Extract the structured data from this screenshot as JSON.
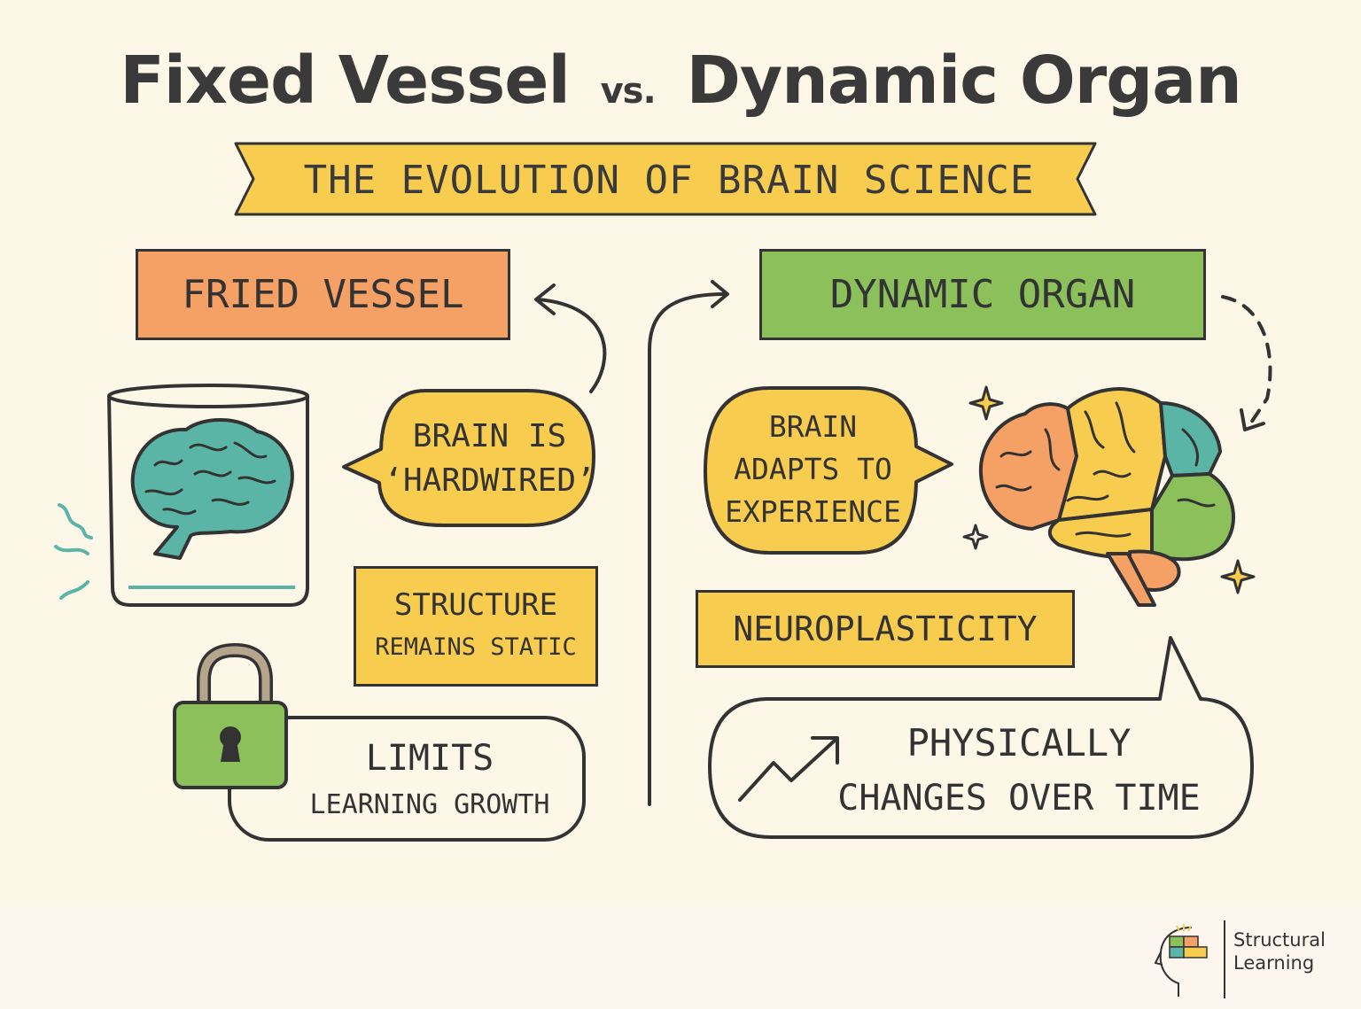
{
  "title": {
    "part1": "Fixed Vessel",
    "vs": "vs.",
    "part2": "Dynamic Organ"
  },
  "subtitle": "THE EVOLUTION OF BRAIN SCIENCE",
  "left": {
    "heading": "FRIED VESSEL",
    "bubble": [
      "BRAIN IS",
      "‘HARDWIRED’"
    ],
    "structure": [
      "STRUCTURE",
      "REMAINS STATIC"
    ],
    "limits": [
      "LIMITS",
      "LEARNING GROWTH"
    ]
  },
  "right": {
    "heading": "DYNAMIC ORGAN",
    "bubble": [
      "BRAIN",
      "ADAPTS TO",
      "EXPERIENCE"
    ],
    "neuro": "NEUROPLASTICITY",
    "changes": [
      "PHYSICALLY",
      "CHANGES OVER TIME"
    ]
  },
  "logo": {
    "line1": "Structural",
    "line2": "Learning"
  },
  "colors": {
    "background": "#fdf7e8",
    "ribbon": "#f8cc4e",
    "fixed_heading": "#f5a064",
    "dynamic_heading": "#8cc05a",
    "note": "#f8cc4e",
    "teal": "#5bb5a6",
    "ink": "#333333"
  },
  "icons": [
    "brain-jar-icon",
    "brain-teal-icon",
    "padlock-icon",
    "colorful-brain-icon",
    "sparkle-icon",
    "trend-arrow-icon",
    "curved-arrow-icon",
    "dashed-arrow-icon",
    "wiggle-lines-icon",
    "structural-learning-logo-icon"
  ]
}
